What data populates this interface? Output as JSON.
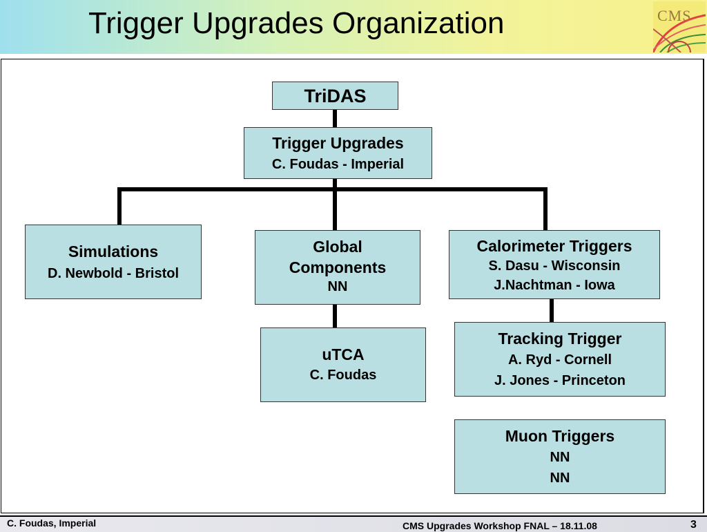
{
  "slide": {
    "title": "Trigger Upgrades Organization",
    "logo_text": "CMS"
  },
  "org_chart": {
    "tridas": {
      "title": "TriDAS"
    },
    "trigger_upgrades": {
      "title": "Trigger Upgrades",
      "people": [
        "C. Foudas - Imperial"
      ]
    },
    "simulations": {
      "title": "Simulations",
      "people": [
        "D. Newbold - Bristol"
      ]
    },
    "global_components": {
      "title_line1": "Global",
      "title_line2": "Components",
      "people": [
        "NN"
      ]
    },
    "calorimeter_triggers": {
      "title": "Calorimeter Triggers",
      "people": [
        "S. Dasu - Wisconsin",
        "J.Nachtman - Iowa"
      ]
    },
    "utca": {
      "title": "uTCA",
      "people": [
        "C. Foudas"
      ]
    },
    "tracking_trigger": {
      "title": "Tracking Trigger",
      "people": [
        "A. Ryd - Cornell",
        "J. Jones - Princeton"
      ]
    },
    "muon_triggers": {
      "title": "Muon Triggers",
      "people": [
        "NN",
        "NN"
      ]
    }
  },
  "footer": {
    "author": "C. Foudas, Imperial",
    "event": "CMS Upgrades Workshop FNAL – 18.11.08",
    "page_number": "3"
  },
  "colors": {
    "box_fill": "#b9dfe3",
    "connector": "#000000"
  }
}
